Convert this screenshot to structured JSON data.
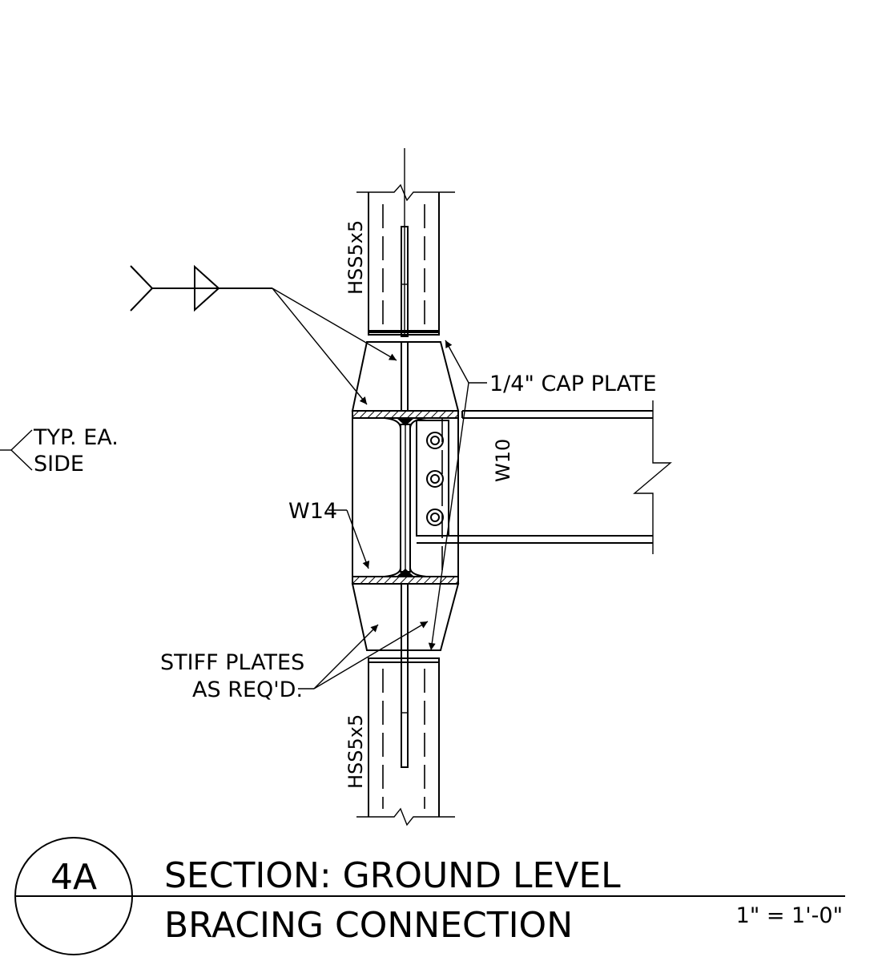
{
  "labels": {
    "column_top": "HSS5x5",
    "column_bottom": "HSS5x5",
    "cap_plate": "1/4\" CAP PLATE",
    "typ_line1": "TYP. EA.",
    "typ_line2": "SIDE",
    "w14": "W14",
    "w10": "W10",
    "stiff_line1": "STIFF PLATES",
    "stiff_line2": "AS REQ'D."
  },
  "title_block": {
    "detail_number": "4A",
    "title_line1": "SECTION: GROUND LEVEL",
    "title_line2": "BRACING CONNECTION",
    "scale": "1\" = 1'-0\""
  }
}
